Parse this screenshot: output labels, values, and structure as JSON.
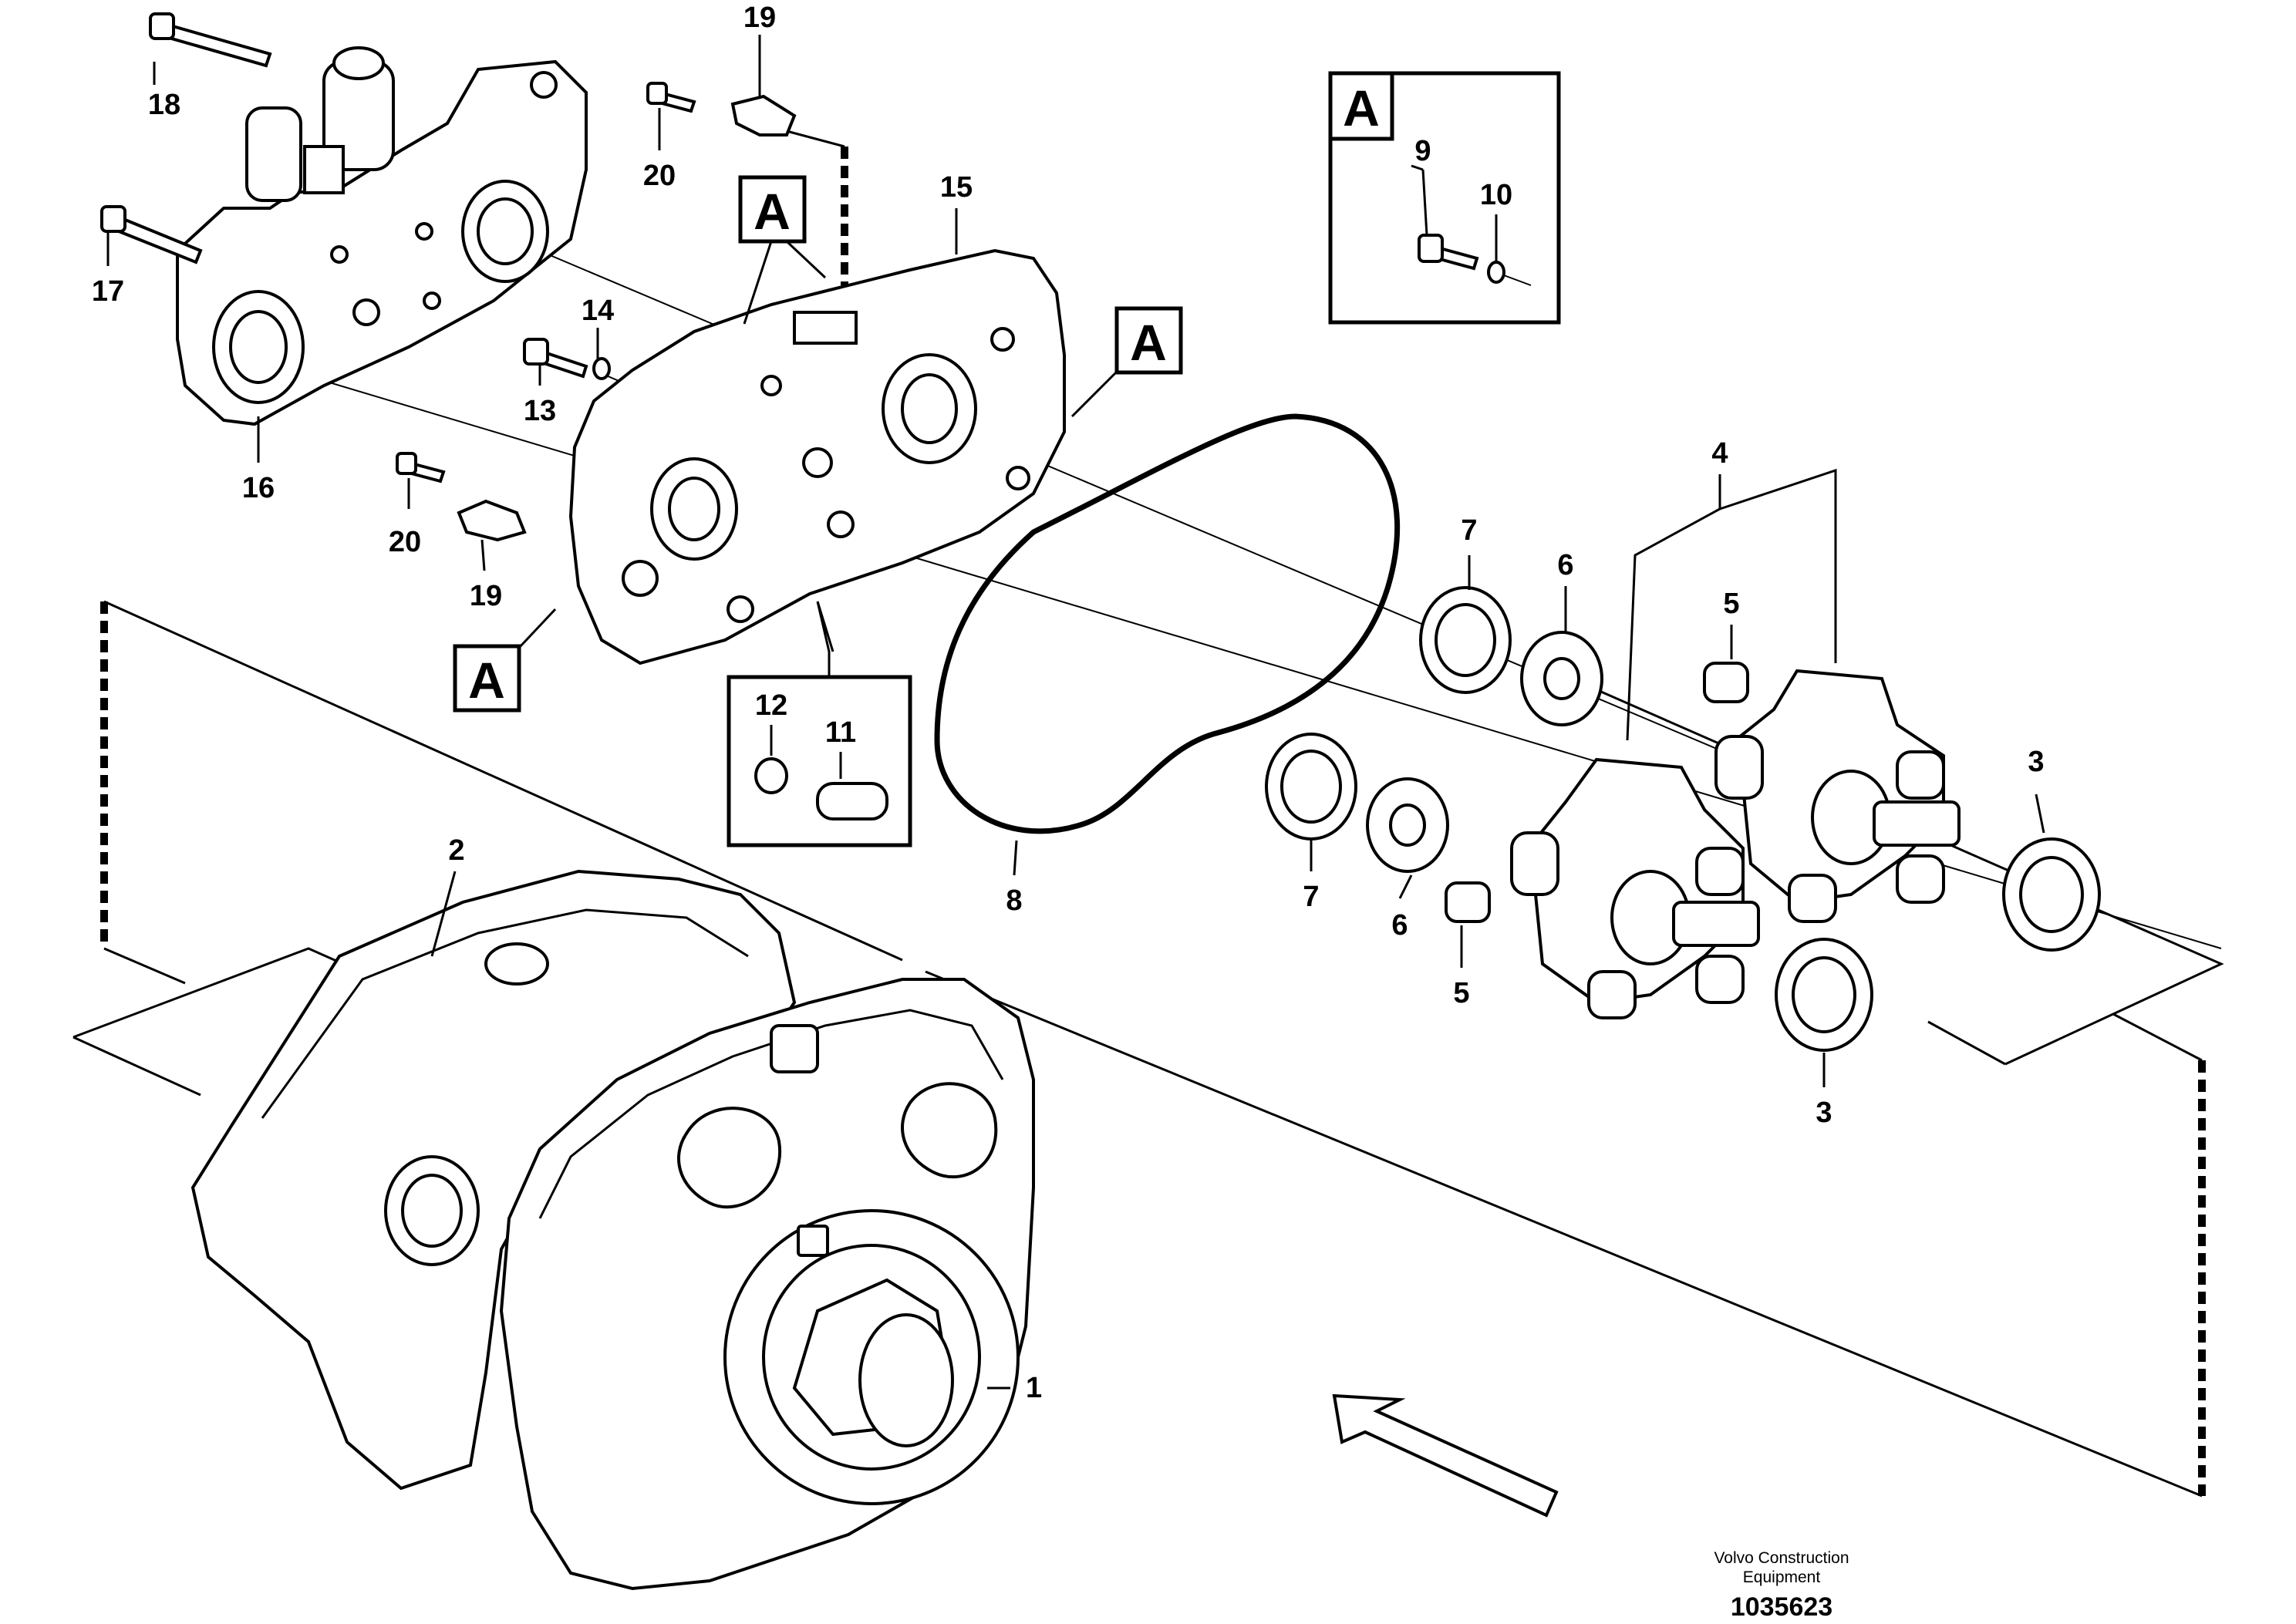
{
  "callouts": {
    "c1": "1",
    "c2": "2",
    "c3a": "3",
    "c3b": "3",
    "c4": "4",
    "c5a": "5",
    "c5b": "5",
    "c6a": "6",
    "c6b": "6",
    "c7a": "7",
    "c7b": "7",
    "c8": "8",
    "c9": "9",
    "c10": "10",
    "c11": "11",
    "c12": "12",
    "c13": "13",
    "c14": "14",
    "c15": "15",
    "c16": "16",
    "c17": "17",
    "c18": "18",
    "c19a": "19",
    "c19b": "19",
    "c20a": "20",
    "c20b": "20"
  },
  "detail_marker": "A",
  "footer": {
    "company_line1": "Volvo Construction",
    "company_line2": "Equipment",
    "drawing_number": "1035623"
  }
}
